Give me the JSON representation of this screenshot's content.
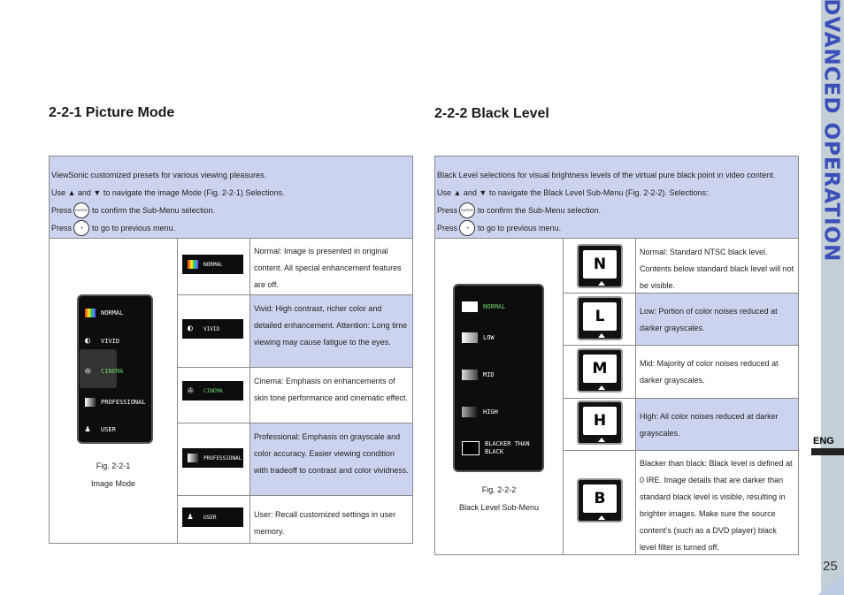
{
  "side_title": "ADVANCED OPERATION",
  "lang_tab": "ENG",
  "page_number": "25",
  "left": {
    "heading": "2-2-1 Picture Mode",
    "intro": {
      "line1": "ViewSonic customized presets for various viewing pleasures.",
      "line2_pre": "Use ▲ and ▼ to navigate the image Mode (Fig. 2-2-1) Selections.",
      "line3_pre": "Press",
      "line3_post": "to confirm the Sub-Menu selection.",
      "line4_pre": "Press",
      "line4_post": "to go to previous menu.",
      "enter_label": "ENTER"
    },
    "menu_items": [
      "NORMAL",
      "VIVID",
      "CINEMA",
      "PROFESSIONAL",
      "USER"
    ],
    "figure_caption": "Fig. 2-2-1",
    "figure_title": "Image Mode",
    "rows": [
      {
        "thumb": "NORMAL",
        "text": "Normal: Image is presented in original content.  All special enhancement features are off."
      },
      {
        "thumb": "VIVID",
        "text": "Vivid: High contrast, richer color and detailed enhancement.  Attention: Long time viewing may cause fatigue to the eyes."
      },
      {
        "thumb": "CINEMA",
        "text": "Cinema: Emphasis on enhancements of skin tone performance and cinematic effect."
      },
      {
        "thumb": "PROFESSIONAL",
        "text": "Professional: Emphasis on grayscale and color accuracy. Easier viewing condition with tradeoff to contrast and color vividness."
      },
      {
        "thumb": "USER",
        "text": "User: Recall customized settings in user memory."
      }
    ]
  },
  "right": {
    "heading": "2-2-2 Black Level",
    "intro": {
      "line1": "Black Level selections for visual brightness levels of the virtual pure black point in video content.",
      "line2_pre": "Use ▲ and ▼ to navigate the Black Level Sub-Menu (Fig. 2-2-2). Selections:",
      "line3_pre": "Press",
      "line3_post": "to confirm the Sub-Menu selection.",
      "line4_pre": "Press",
      "line4_post": "to go to previous menu.",
      "enter_label": "ENTER"
    },
    "menu_items": [
      "NORMAL",
      "LOW",
      "MID",
      "HIGH",
      "BLACKER THAN BLACK"
    ],
    "figure_caption": "Fig. 2-2-2",
    "figure_title": "Black Level Sub-Menu",
    "rows": [
      {
        "letter": "N",
        "text": "Normal: Standard NTSC black level.  Contents below standard black level will not be visible."
      },
      {
        "letter": "L",
        "text": "Low: Portion of color noises reduced at darker grayscales."
      },
      {
        "letter": "M",
        "text": "Mid: Majority of color noises reduced at darker grayscales."
      },
      {
        "letter": "H",
        "text": "High: All color noises reduced at darker grayscales."
      },
      {
        "letter": "B",
        "text": "Blacker than black: Black level is defined at 0 IRE. Image details that are darker than standard black level is visible, resulting in brighter images. Make sure the source content’s (such as a DVD player) black level filter is turned off."
      }
    ]
  },
  "colors": {
    "highlight_green": "#6fd36f",
    "row_blue": "#ccd3ee",
    "title_blue": "#3b4fb8"
  }
}
